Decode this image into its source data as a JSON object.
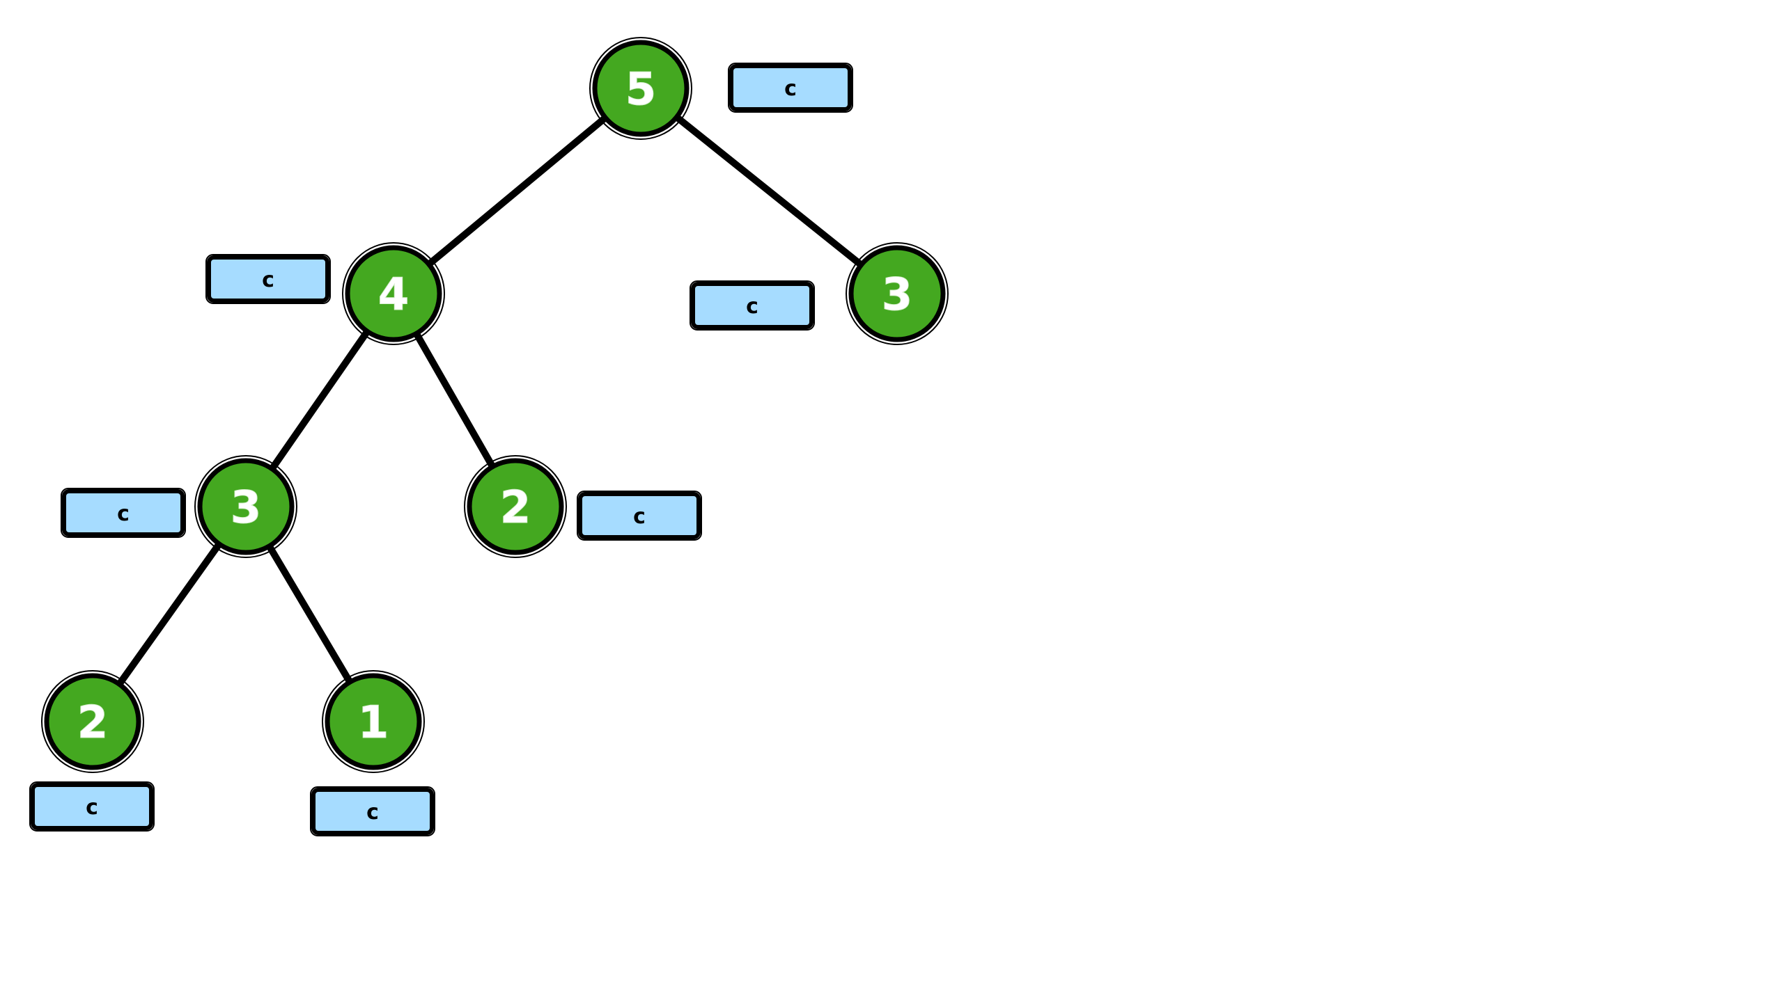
{
  "colors": {
    "node_fill": "#44a820",
    "node_text": "#ffffff",
    "tag_fill": "#a6dcff",
    "edge": "#000000",
    "background": "#ffffff"
  },
  "nodes": [
    {
      "id": "n5",
      "value": "5",
      "tag": "c"
    },
    {
      "id": "n4",
      "value": "4",
      "tag": "c"
    },
    {
      "id": "n3r",
      "value": "3",
      "tag": "c"
    },
    {
      "id": "n3l",
      "value": "3",
      "tag": "c"
    },
    {
      "id": "n2m",
      "value": "2",
      "tag": "c"
    },
    {
      "id": "n2ll",
      "value": "2",
      "tag": "c"
    },
    {
      "id": "n1",
      "value": "1",
      "tag": "c"
    }
  ],
  "edges": [
    {
      "from": "n5",
      "to": "n4"
    },
    {
      "from": "n5",
      "to": "n3r"
    },
    {
      "from": "n4",
      "to": "n3l"
    },
    {
      "from": "n4",
      "to": "n2m"
    },
    {
      "from": "n3l",
      "to": "n2ll"
    },
    {
      "from": "n3l",
      "to": "n1"
    }
  ]
}
